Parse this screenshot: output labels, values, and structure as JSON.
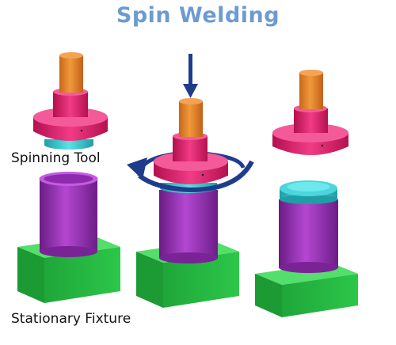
{
  "title": "Spin Welding",
  "labels": {
    "spinning_tool": "Spinning Tool",
    "stationary_fixture": "Stationary Fixture"
  },
  "colors": {
    "title": "#6c9bd0",
    "shaft": "#e07f22",
    "tool": "#e0206e",
    "part_body": "#9a2ab8",
    "weld_ring": "#35c6cc",
    "fixture": "#2ec34a",
    "arrow": "#1f3c8c"
  },
  "stages": [
    {
      "name": "stage-1"
    },
    {
      "name": "stage-2"
    },
    {
      "name": "stage-3"
    }
  ]
}
